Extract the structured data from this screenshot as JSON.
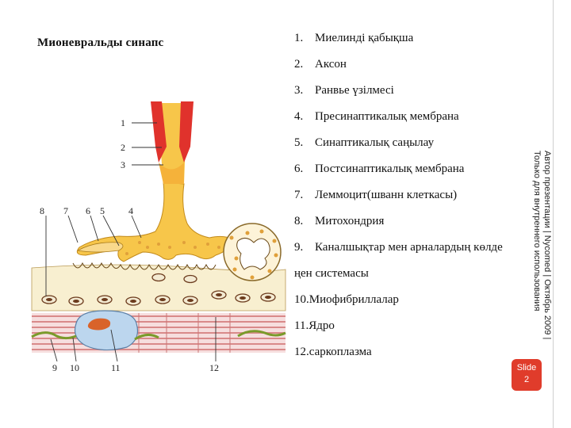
{
  "title": "Мионевральды синапс",
  "legend": [
    {
      "num": "1.",
      "text": "Миелинді қабықша"
    },
    {
      "num": "2.",
      "text": "Аксон"
    },
    {
      "num": "3.",
      "text": "Ранвье үзілмесі"
    },
    {
      "num": "4.",
      "text": "Пресинаптикалық мембрана"
    },
    {
      "num": "5.",
      "text": "Синаптикалық саңылау"
    },
    {
      "num": "6.",
      "text": "Постсинаптикалық мембрана"
    },
    {
      "num": "7.",
      "text": "Леммоцит(шванн клеткасы)"
    },
    {
      "num": "8.",
      "text": "Митохондрия"
    },
    {
      "num": "9.",
      "text": "Каналшықтар мен арналардың көлде"
    },
    {
      "num": "10.",
      "text": "Миофибриллалар"
    },
    {
      "num": "11.",
      "text": "Ядро"
    },
    {
      "num": "12.",
      "text": "саркоплазма"
    }
  ],
  "legend_continuation": "ңен системасы",
  "vertical_note": "Автор презентации | Nycomed | Октябрь 2009 | Только для внутреннего использования",
  "slide_badge": {
    "label": "Slide",
    "number": "2"
  },
  "diagram_labels": {
    "l1": "1",
    "l2": "2",
    "l3": "3",
    "l4": "4",
    "l5": "5",
    "l6": "6",
    "l7": "7",
    "l8": "8",
    "l9": "9",
    "l10": "10",
    "l11": "11",
    "l12": "12"
  },
  "colors": {
    "myelin": "#e0322c",
    "axon": "#f7c64a",
    "membrane_fill": "#f9d98c",
    "sarcoplasm": "#f8efd0",
    "myofibril": "#d98a8a",
    "nucleus_fill": "#bcd6ee",
    "nucleus_core": "#d9632a",
    "fiber_green": "#7a9a2a",
    "badge": "#e03c2b"
  }
}
